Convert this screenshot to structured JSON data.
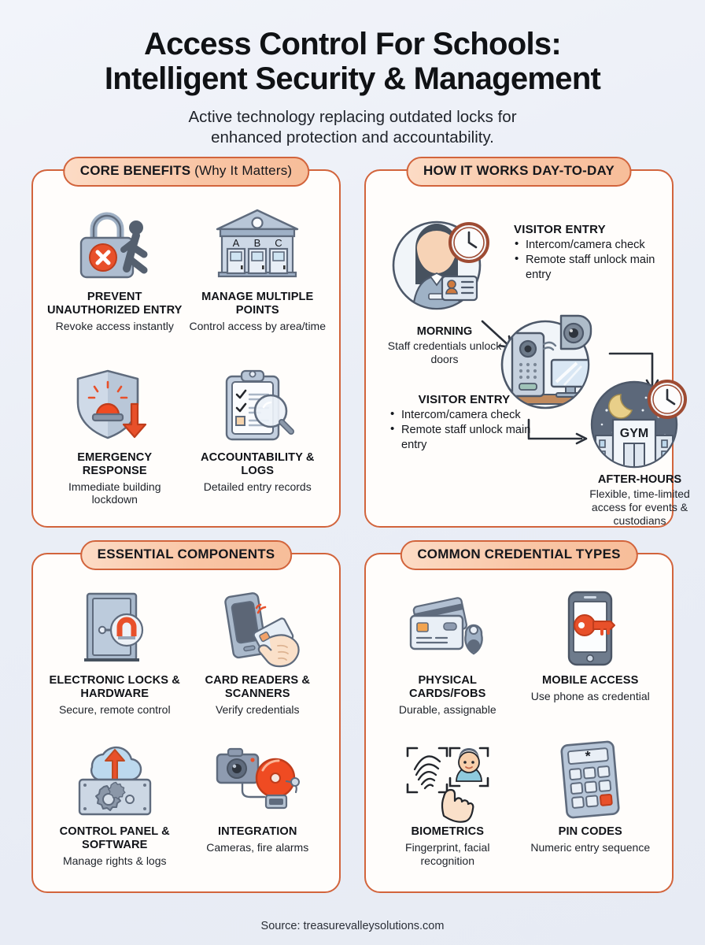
{
  "header": {
    "title_line1": "Access Control For Schools:",
    "title_line2": "Intelligent Security & Management",
    "subtitle_line1": "Active technology replacing outdated locks for",
    "subtitle_line2": "enhanced protection and accountability."
  },
  "colors": {
    "accent_border": "#d2643c",
    "pill_fill_light": "#fcdcc6",
    "pill_fill_dark": "#f7bd99",
    "page_bg": "#eaeef6",
    "card_bg": "#fffdfb",
    "icon_red": "#e8502a",
    "icon_steel": "#8e9bb0",
    "icon_slate": "#5a6575"
  },
  "cards": [
    {
      "id": "core-benefits",
      "header_strong": "CORE BENEFITS",
      "header_soft": " (Why It Matters)",
      "items": [
        {
          "icon": "lock-no-entry-icon",
          "label": "PREVENT UNAUTHORIZED ENTRY",
          "desc": "Revoke access instantly"
        },
        {
          "icon": "school-multiple-doors-icon",
          "label": "MANAGE MULTIPLE POINTS",
          "desc": "Control access by area/time",
          "door_labels": [
            "A",
            "B",
            "C"
          ]
        },
        {
          "icon": "shield-alarm-lockdown-icon",
          "label": "EMERGENCY RESPONSE",
          "desc": "Immediate building lockdown"
        },
        {
          "icon": "clipboard-magnifier-icon",
          "label": "ACCOUNTABILITY & LOGS",
          "desc": "Detailed entry records"
        }
      ]
    },
    {
      "id": "how-it-works",
      "header_strong": "HOW IT WORKS DAY-TO-DAY",
      "header_soft": "",
      "nodes": [
        {
          "icon": "staff-clock-badge-icon",
          "label": "MORNING",
          "desc": "Staff credentials unlock doors"
        },
        {
          "icon": "intercom-camera-desk-icon",
          "label": "",
          "desc": ""
        },
        {
          "icon": "night-gym-clock-icon",
          "label": "AFTER-HOURS",
          "desc": "Flexible, time-limited access for events & custodians"
        }
      ],
      "bullet_blocks": [
        {
          "title": "VISITOR ENTRY",
          "bullets": [
            "Intercom/camera check",
            "Remote staff unlock main entry"
          ]
        },
        {
          "title": "VISITOR ENTRY",
          "bullets": [
            "Intercom/camera check",
            "Remote staff unlock main entry"
          ]
        }
      ]
    },
    {
      "id": "essential-components",
      "header_strong": "ESSENTIAL COMPONENTS",
      "header_soft": "",
      "items": [
        {
          "icon": "door-maglock-icon",
          "label": "ELECTRONIC LOCKS & HARDWARE",
          "desc": "Secure, remote control"
        },
        {
          "icon": "card-reader-hand-icon",
          "label": "CARD READERS & SCANNERS",
          "desc": "Verify credentials"
        },
        {
          "icon": "control-panel-cloud-icon",
          "label": "CONTROL PANEL & SOFTWARE",
          "desc": "Manage rights & logs"
        },
        {
          "icon": "camera-fire-alarm-icon",
          "label": "INTEGRATION",
          "desc": "Cameras, fire alarms"
        }
      ]
    },
    {
      "id": "credential-types",
      "header_strong": "COMMON CREDENTIAL TYPES",
      "header_soft": "",
      "items": [
        {
          "icon": "cards-fob-icon",
          "label": "PHYSICAL CARDS/FOBS",
          "desc": "Durable, assignable"
        },
        {
          "icon": "phone-key-icon",
          "label": "MOBILE ACCESS",
          "desc": "Use phone as credential"
        },
        {
          "icon": "fingerprint-face-icon",
          "label": "BIOMETRICS",
          "desc": "Fingerprint, facial recognition"
        },
        {
          "icon": "keypad-icon",
          "label": "PIN CODES",
          "desc": "Numeric entry sequence",
          "keypad_star": "*"
        }
      ]
    }
  ],
  "footer": {
    "source": "Source: treasurevalleysolutions.com"
  }
}
